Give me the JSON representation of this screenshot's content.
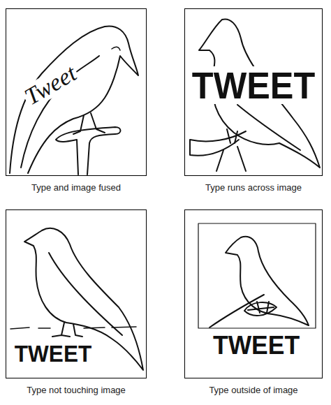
{
  "diagram": {
    "nodes": [
      {
        "text": [
          "Tweet",
          "Type and image fused"
        ]
      },
      {
        "text": [
          "TWEET",
          "Type runs across image"
        ]
      },
      {
        "text": [
          "TWEET",
          "Type not touching image"
        ]
      },
      {
        "text": [
          "TWEET",
          "Type outside of image"
        ]
      }
    ]
  }
}
